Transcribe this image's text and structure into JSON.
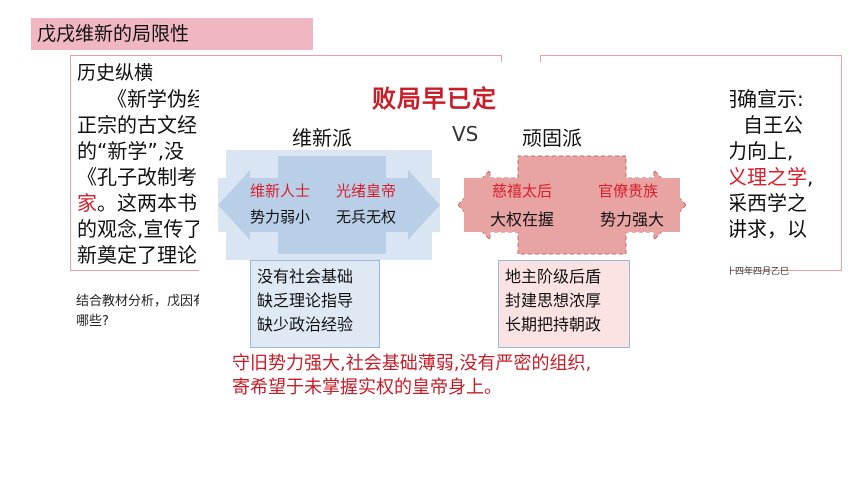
{
  "title": "戊戌维新的局限性",
  "left_box": {
    "heading": "历史纵横",
    "lines": [
      "《新学伪经",
      "正宗的古文经",
      "的“新学”,没",
      "《孔子改制考",
      "家",
      "。这两本书",
      "的观念,宣传了",
      "新奠定了理论"
    ]
  },
  "right_box": {
    "lines": [
      "明确宣示:",
      "自王公",
      "力向上,",
      "义理之学",
      ",",
      "采西学之",
      "讲求，以"
    ],
    "source": "十四年四月乙巳"
  },
  "question": "结合教材分析，戊因有哪些?",
  "overlay": {
    "banner": "败局早已定",
    "left_head": "维新派",
    "vs": "VS",
    "right_head": "顽固派",
    "left_panel": {
      "names": [
        "维新人士",
        "光绪皇帝"
      ],
      "traits": [
        "势力弱小",
        "无兵无权"
      ],
      "list": [
        "没有社会基础",
        "缺乏理论指导",
        "缺少政治经验"
      ]
    },
    "right_panel": {
      "names": [
        "慈禧太后",
        "官僚贵族"
      ],
      "traits": [
        "大权在握",
        "势力强大"
      ],
      "list": [
        "地主阶级后盾",
        "封建思想浓厚",
        "长期把持朝政"
      ]
    }
  },
  "answer": [
    "守旧势力强大,社会基础薄弱,没有严密的组织,",
    "寄希望于未掌握实权的皇帝身上。"
  ],
  "colors": {
    "title_bg": "#f0b6c2",
    "accent_red": "#c81e2a",
    "left_panel": "#b9cfe7",
    "right_panel": "#e8a3a3"
  }
}
